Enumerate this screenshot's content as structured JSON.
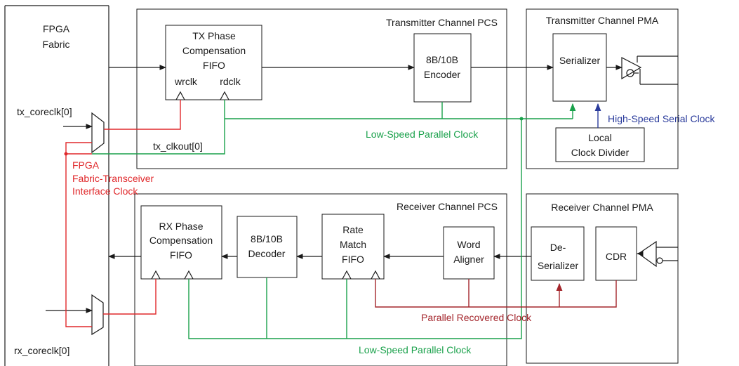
{
  "fpga": {
    "line1": "FPGA",
    "line2": "Fabric"
  },
  "tx_pcs": {
    "title": "Transmitter Channel PCS",
    "fifo_line1": "TX Phase",
    "fifo_line2": "Compensation",
    "fifo_line3": "FIFO",
    "wrclk": "wrclk",
    "rdclk": "rdclk",
    "encoder_line1": "8B/10B",
    "encoder_line2": "Encoder"
  },
  "tx_pma": {
    "title": "Transmitter Channel PMA",
    "serializer": "Serializer",
    "divider_line1": "Local",
    "divider_line2": "Clock Divider"
  },
  "rx_pcs": {
    "title": "Receiver Channel PCS",
    "fifo_line1": "RX Phase",
    "fifo_line2": "Compensation",
    "fifo_line3": "FIFO",
    "decoder_line1": "8B/10B",
    "decoder_line2": "Decoder",
    "rate_line1": "Rate",
    "rate_line2": "Match",
    "rate_line3": "FIFO",
    "aligner_line1": "Word",
    "aligner_line2": "Aligner"
  },
  "rx_pma": {
    "title": "Receiver Channel PMA",
    "deser_line1": "De-",
    "deser_line2": "Serializer",
    "cdr": "CDR"
  },
  "signals": {
    "tx_coreclk": "tx_coreclk[0]",
    "tx_clkout": "tx_clkout[0]",
    "rx_coreclk": "rx_coreclk[0]",
    "interface_line1": "FPGA",
    "interface_line2": "Fabric-Transceiver",
    "interface_line3": "Interface Clock",
    "low_speed_top": "Low-Speed Parallel Clock",
    "low_speed_bottom": "Low-Speed Parallel Clock",
    "high_speed": "High-Speed Serial Clock",
    "recovered": "Parallel Recovered Clock"
  },
  "colors": {
    "low_speed_clock": "#1aa14b",
    "interface_clock": "#e0282b",
    "recovered_clock": "#a4262c",
    "high_speed_clock": "#2b3c9c"
  }
}
